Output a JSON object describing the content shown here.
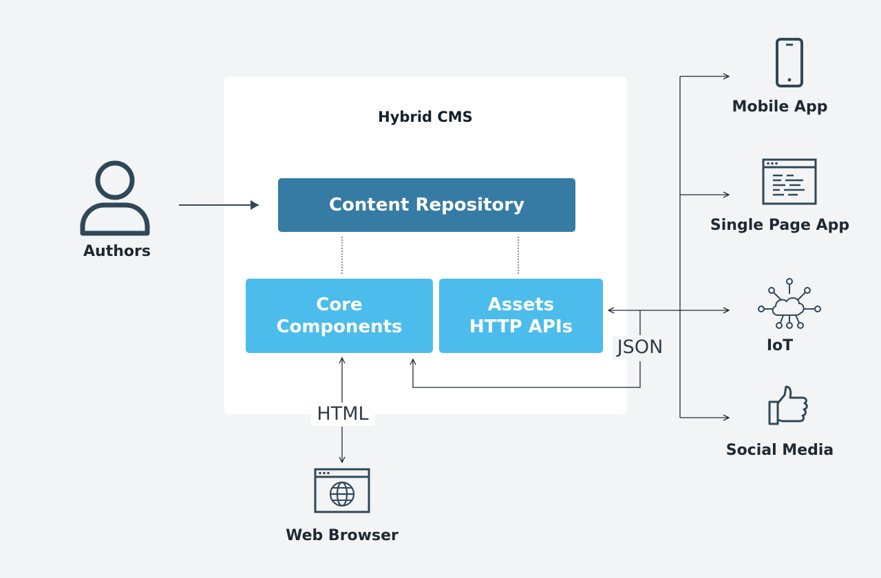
{
  "cms": {
    "title": "Hybrid CMS"
  },
  "boxes": {
    "content_repository": "Content Repository",
    "core_components": [
      "Core",
      "Components"
    ],
    "assets_http_apis": [
      "Assets",
      "HTTP APIs"
    ]
  },
  "actors": {
    "authors": "Authors",
    "web_browser": "Web Browser"
  },
  "connections": {
    "html": "HTML",
    "json": "JSON"
  },
  "channels": [
    {
      "label": "Mobile App",
      "icon": "mobile-phone-icon"
    },
    {
      "label": "Single Page App",
      "icon": "browser-window-icon"
    },
    {
      "label": "IoT",
      "icon": "cloud-network-icon"
    },
    {
      "label": "Social Media",
      "icon": "thumbs-up-icon"
    }
  ],
  "colors": {
    "background": "#f3f4f6",
    "panel": "#ffffff",
    "repository": "#357ba3",
    "components": "#4bbcec",
    "icon_stroke": "#2f4858",
    "line": "#1f2933"
  }
}
